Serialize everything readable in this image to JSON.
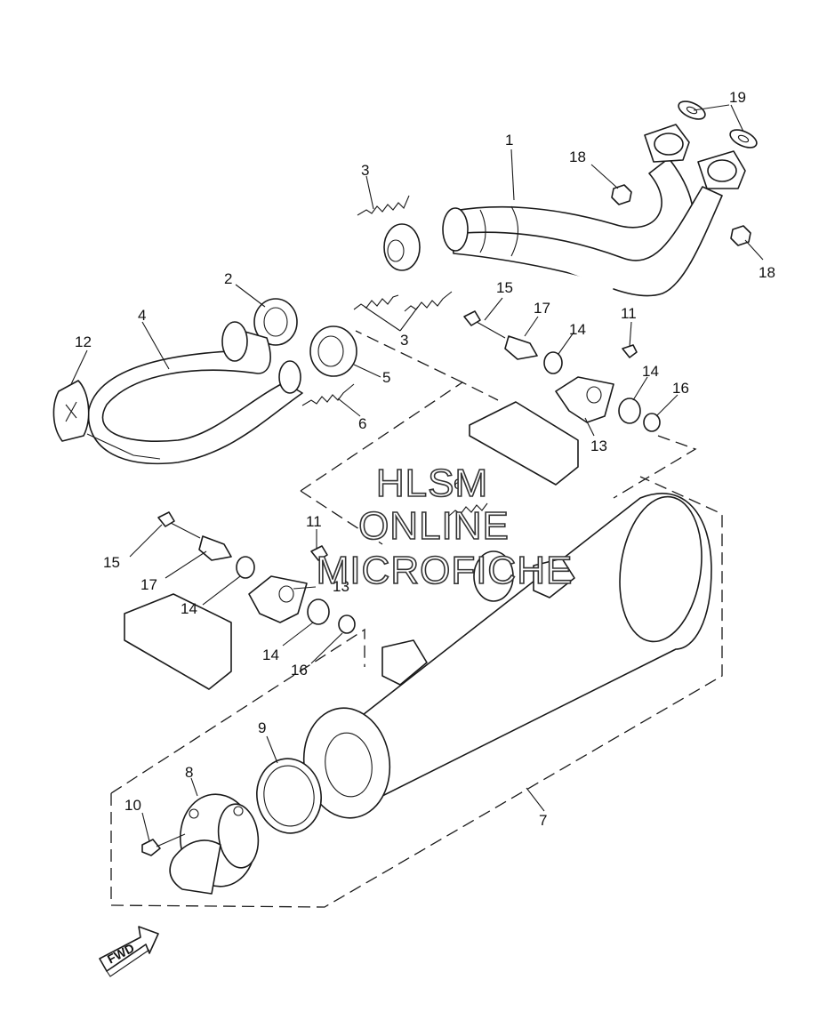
{
  "watermark": {
    "line1": "HLSM",
    "line2": "ONLINE",
    "line3": "MICROFICHE"
  },
  "fwd_label": "FWD",
  "callouts": {
    "c1": "1",
    "c2": "2",
    "c3a": "3",
    "c3b": "3",
    "c4": "4",
    "c5": "5",
    "c6a": "6",
    "c6b": "6",
    "c7": "7",
    "c8": "8",
    "c9": "9",
    "c10": "10",
    "c11a": "11",
    "c11b": "11",
    "c12": "12",
    "c13a": "13",
    "c13b": "13",
    "c14a": "14",
    "c14b": "14",
    "c14c": "14",
    "c14d": "14",
    "c15a": "15",
    "c15b": "15",
    "c16a": "16",
    "c16b": "16",
    "c17a": "17",
    "c17b": "17",
    "c18a": "18",
    "c18b": "18",
    "c19": "19"
  }
}
